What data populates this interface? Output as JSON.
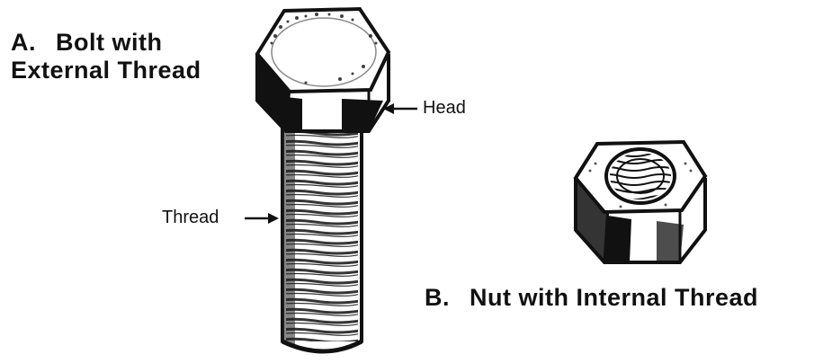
{
  "figure": {
    "bolt_caption": {
      "letter": "A.",
      "line1": "Bolt with",
      "line2": "External Thread"
    },
    "nut_caption": {
      "letter": "B.",
      "text": "Nut with Internal Thread"
    },
    "callouts": {
      "head": "Head",
      "thread": "Thread"
    }
  },
  "colors": {
    "ink": "#111111",
    "paper": "#ffffff"
  }
}
